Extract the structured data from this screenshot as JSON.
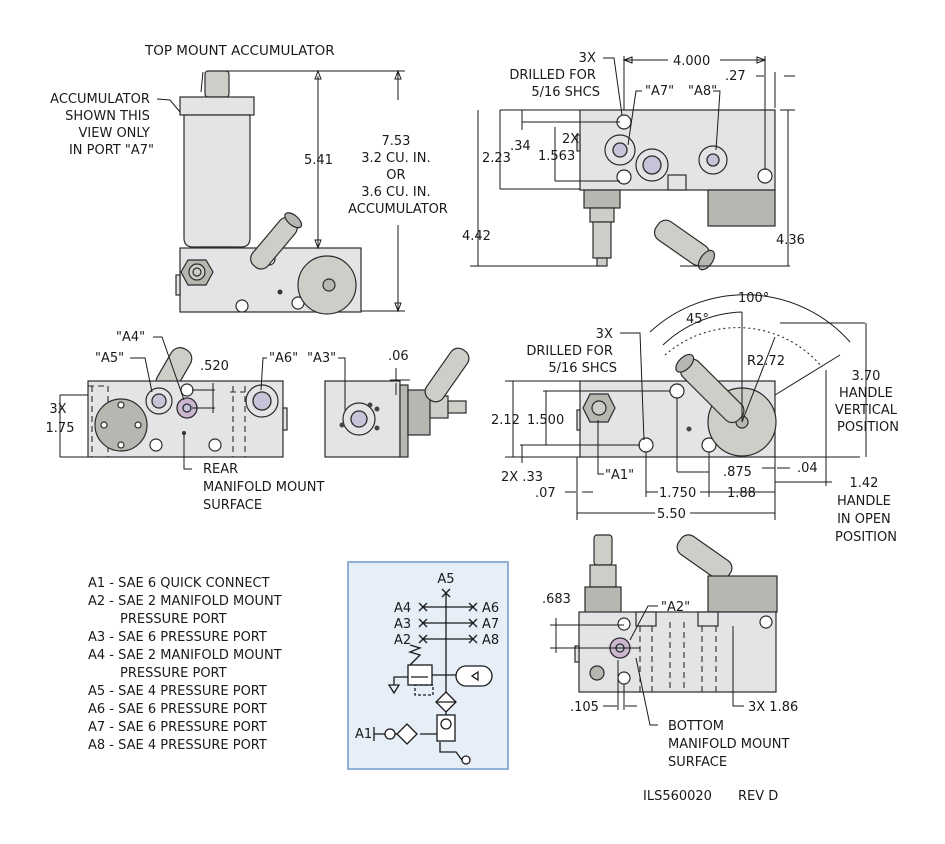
{
  "drawing": {
    "part_number": "ILS560020",
    "revision": "REV D"
  },
  "top_view": {
    "title": "TOP MOUNT ACCUMULATOR",
    "accumulator_note": [
      "ACCUMULATOR",
      "SHOWN THIS",
      "VIEW ONLY",
      "IN PORT \"A7\""
    ],
    "dim_height_body": "5.41",
    "dim_height_total": [
      "7.53",
      "3.2 CU. IN.",
      "OR",
      "3.6 CU. IN.",
      "ACCUMULATOR"
    ]
  },
  "side_view_top_right": {
    "holes_note": [
      "3X",
      "DRILLED FOR",
      "5/16 SHCS"
    ],
    "dim_width": "4.000",
    "dim_edge": ".27",
    "port_labels": [
      "\"A7\"",
      "\"A8\""
    ],
    "dim_034": ".34",
    "dim_2x_1563": [
      "2X",
      "1.563"
    ],
    "dim_223": "2.23",
    "dim_442": "4.42",
    "dim_436": "4.36"
  },
  "rear_view": {
    "port_labels": [
      "\"A4\"",
      "\"A5\"",
      "\"A6\""
    ],
    "dim_520": ".520",
    "dim_3x_175": [
      "3X",
      "1.75"
    ],
    "note": [
      "REAR",
      "MANIFOLD MOUNT",
      "SURFACE"
    ]
  },
  "end_view": {
    "port_label": "\"A3\"",
    "dim_06": ".06"
  },
  "front_view": {
    "angle_total": "100°",
    "angle_partial": "45°",
    "radius": "R2.72",
    "holes_note": [
      "3X",
      "DRILLED FOR",
      "5/16 SHCS"
    ],
    "dim_212": "2.12",
    "dim_1500": "1.500",
    "dim_2x_033": "2X .33",
    "port_label": "\"A1\"",
    "dim_007": ".07",
    "dim_1750": "1.750",
    "dim_0875": ".875",
    "dim_188": "1.88",
    "dim_004": ".04",
    "dim_550": "5.50",
    "handle_vertical": [
      "3.70",
      "HANDLE",
      "VERTICAL",
      "POSITION"
    ],
    "handle_open": [
      "1.42",
      "HANDLE",
      "IN OPEN",
      "POSITION"
    ]
  },
  "bottom_view": {
    "dim_683": ".683",
    "port_label": "\"A2\"",
    "dim_105": ".105",
    "dim_3x_186": "3X 1.86",
    "note": [
      "BOTTOM",
      "MANIFOLD MOUNT",
      "SURFACE"
    ]
  },
  "port_legend": [
    {
      "id": "A1",
      "text": "A1 - SAE 6 QUICK CONNECT",
      "cont": ""
    },
    {
      "id": "A2",
      "text": "A2 - SAE 2 MANIFOLD MOUNT",
      "cont": "PRESSURE PORT"
    },
    {
      "id": "A3",
      "text": "A3 - SAE 6 PRESSURE PORT",
      "cont": ""
    },
    {
      "id": "A4",
      "text": "A4 - SAE 2 MANIFOLD MOUNT",
      "cont": "PRESSURE PORT"
    },
    {
      "id": "A5",
      "text": "A5 - SAE 4 PRESSURE PORT",
      "cont": ""
    },
    {
      "id": "A6",
      "text": "A6 - SAE 6 PRESSURE PORT",
      "cont": ""
    },
    {
      "id": "A7",
      "text": "A7 - SAE 6 PRESSURE PORT",
      "cont": ""
    },
    {
      "id": "A8",
      "text": "A8 - SAE 4 PRESSURE PORT",
      "cont": ""
    }
  ],
  "schematic": {
    "top": "A5",
    "left": [
      "A4",
      "A3",
      "A2"
    ],
    "right": [
      "A6",
      "A7",
      "A8"
    ],
    "inlet": "A1",
    "panel_bg": "#e6eef8",
    "panel_border": "#8fb0d8"
  }
}
